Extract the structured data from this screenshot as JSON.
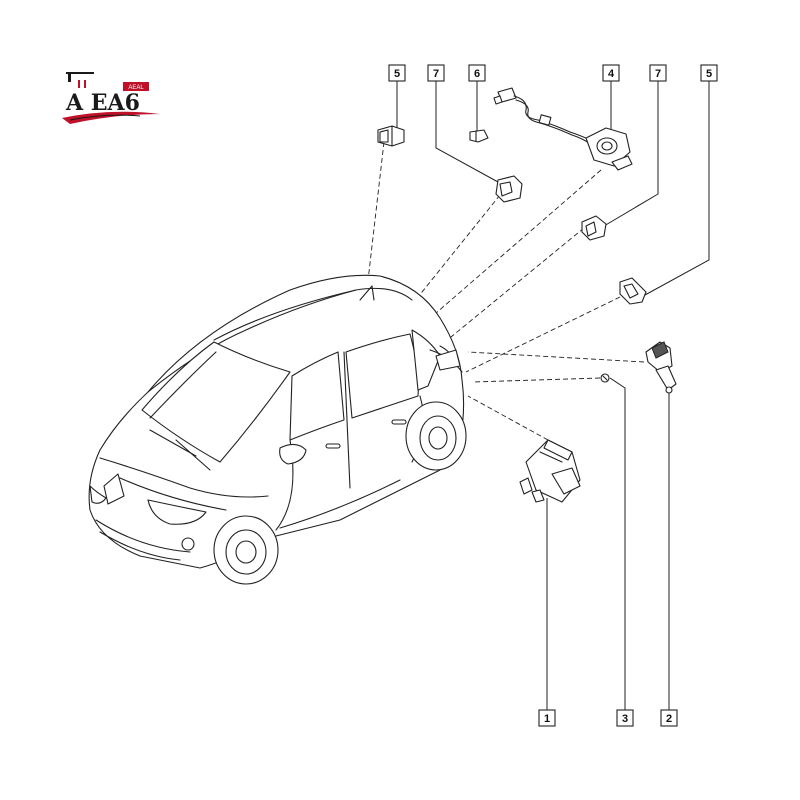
{
  "logo": {
    "main_text": "A EA6",
    "small_text": "AEAL"
  },
  "callouts": {
    "top": [
      "5",
      "7",
      "6",
      "4",
      "7",
      "5"
    ],
    "bottom": [
      "1",
      "3",
      "2"
    ]
  },
  "colors": {
    "line": "#222222",
    "background": "#ffffff",
    "logo_accent": "#c0102a",
    "logo_dark": "#1a1a1a"
  }
}
